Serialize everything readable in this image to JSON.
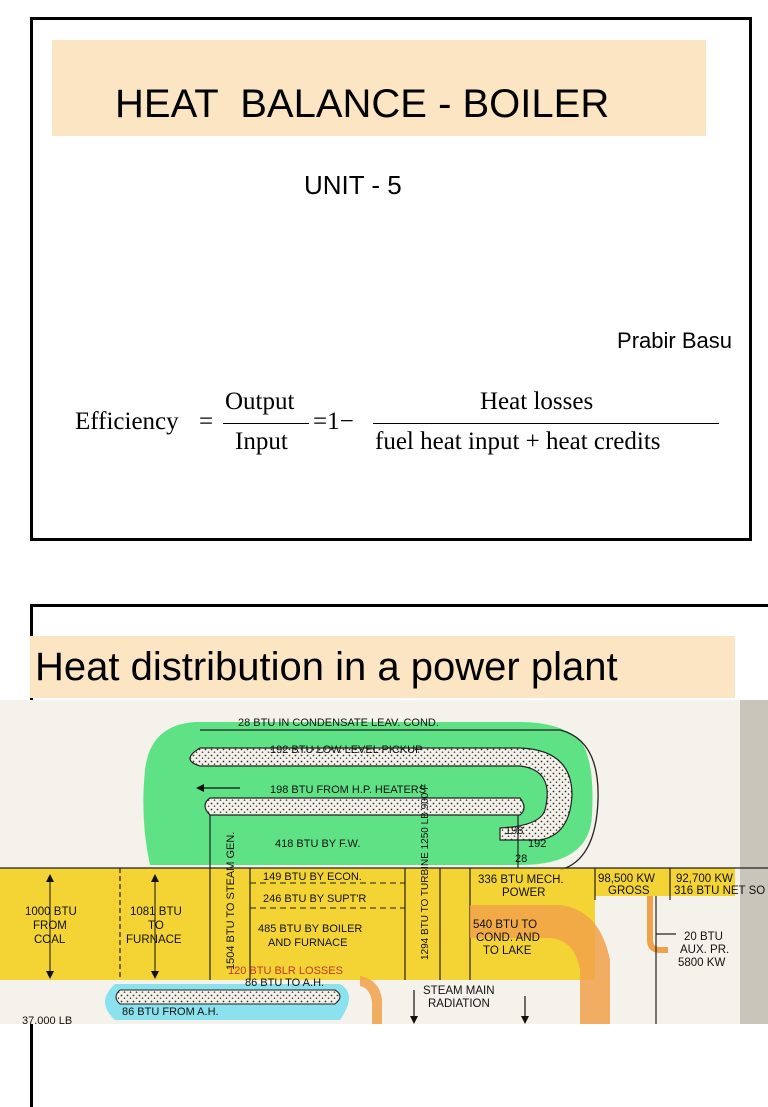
{
  "slide1": {
    "title": "HEAT  BALANCE - BOILER",
    "subtitle": "UNIT - 5",
    "author": "Prabir Basu",
    "formula": {
      "lhs": "Efficiency",
      "eq1": "=",
      "num1": "Output",
      "den1": "Input",
      "eq2": "=1−",
      "num2": "Heat losses",
      "den2": "fuel heat input  +  heat credits"
    }
  },
  "slide2": {
    "title": "Heat distribution in a power plant",
    "diagram": {
      "labels": {
        "condensate": "28 BTU IN CONDENSATE LEAV. COND.",
        "low_level": "192 BTU LOW LEVEL PICKUP",
        "hp_heaters": "198 BTU FROM H.P. HEATERS",
        "n198": "198",
        "n192": "192",
        "n28": "28",
        "fw": "418 BTU BY F.W.",
        "econ": "149 BTU  BY ECON.",
        "suptr": "246 BTU BY SUPT'R",
        "boiler1": "485 BTU BY BOILER",
        "boiler2": "AND FURNACE",
        "coal1": "1000 BTU",
        "coal2": "FROM",
        "coal3": "COAL",
        "furnace1": "1081 BTU",
        "furnace2": "TO",
        "furnace3": "FURNACE",
        "steam_gen": "1504 BTU TO STEAM GEN.",
        "turbine": "1294 BTU TO TURBINE 1250 LB 900 F",
        "mech1": "336 BTU MECH.",
        "mech2": "POWER",
        "gross1": "98,500 KW",
        "gross2": "GROSS",
        "net1": "92,700 KW",
        "net2": "316 BTU NET SO",
        "lake1": "540 BTU TO",
        "lake2": "COND. AND",
        "lake3": "TO LAKE",
        "aux1": "20 BTU",
        "aux2": "AUX. PR.",
        "aux3": "5800 KW",
        "blr_losses": "120 BTU BLR LOSSES",
        "to_ah": "86 BTU  TO  A.H.",
        "from_ah": "86 BTU FROM  A.H.",
        "steam_main1": "STEAM MAIN",
        "steam_main2": "RADIATION",
        "corner": "37,000 LB"
      },
      "colors": {
        "green": "#4ee07a",
        "yellow": "#f2cf1a",
        "orange": "#f0a24a",
        "cyan": "#7fe0ee",
        "paper": "#f4f2ea"
      }
    }
  }
}
